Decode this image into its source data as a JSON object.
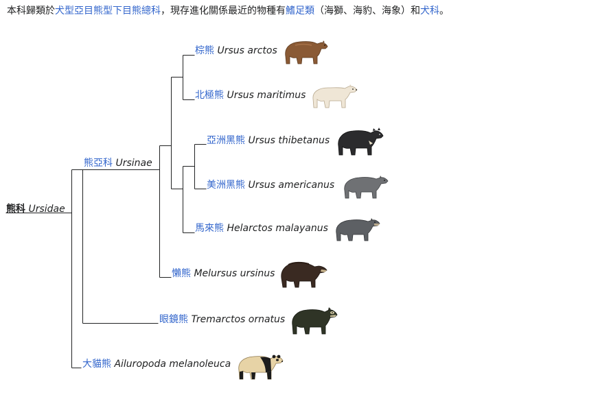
{
  "intro": {
    "t1": "本科歸類於",
    "l1": "犬型亞目",
    "l2": "熊型下目",
    "l3": "熊總科",
    "t2": "，現存進化關係最近的物種有",
    "l4": "鰭足類",
    "t3": "（海獅、海豹、海象）和",
    "l5": "犬科",
    "t4": "。"
  },
  "tree": {
    "root": {
      "cn": "熊科",
      "sci": "Ursidae"
    },
    "ursinae": {
      "cn": "熊亞科",
      "sci": "Ursinae"
    },
    "brown": {
      "cn": "棕熊",
      "sci": "Ursus arctos"
    },
    "polar": {
      "cn": "北極熊",
      "sci": "Ursus maritimus"
    },
    "asian_black": {
      "cn": "亞洲黑熊",
      "sci": "Ursus thibetanus"
    },
    "american_black": {
      "cn": "美洲黑熊",
      "sci": "Ursus americanus"
    },
    "sun": {
      "cn": "馬來熊",
      "sci": "Helarctos malayanus"
    },
    "sloth": {
      "cn": "懶熊",
      "sci": "Melursus ursinus"
    },
    "spectacled": {
      "cn": "眼鏡熊",
      "sci": "Tremarctos ornatus"
    },
    "panda": {
      "cn": "大貓熊",
      "sci": "Ailuropoda melanoleuca"
    }
  },
  "colors": {
    "link": "#3366cc",
    "text": "#202122",
    "line": "#202122"
  }
}
